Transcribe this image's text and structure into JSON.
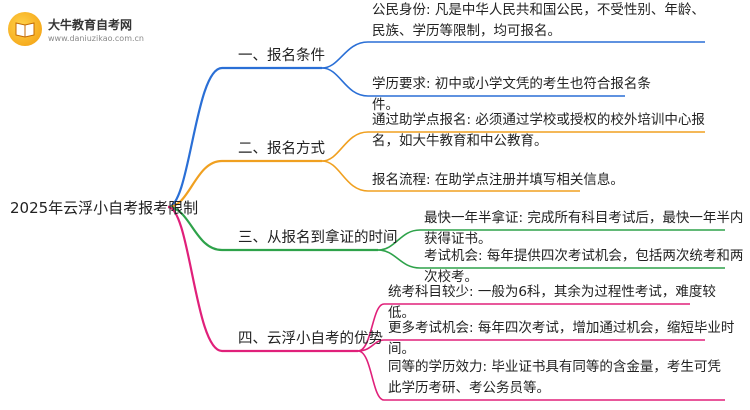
{
  "logo": {
    "title": "大牛教育自考网",
    "url_text": "www.daniuzikao.com.cn"
  },
  "root": {
    "label": "2025年云浮小自考报考限制"
  },
  "colors": {
    "branch1": "#2a6fd6",
    "branch2": "#f0a020",
    "branch3": "#2ea24a",
    "branch4": "#e0207a"
  },
  "branches": [
    {
      "label": "一、报名条件",
      "leaves": [
        {
          "text": "公民身份: 凡是中华人民共和国公民，不受性别、年龄、民族、学历等限制，均可报名。"
        },
        {
          "text": "学历要求: 初中或小学文凭的考生也符合报名条件。"
        }
      ]
    },
    {
      "label": "二、报名方式",
      "leaves": [
        {
          "text": "通过助学点报名: 必须通过学校或授权的校外培训中心报名，如大牛教育和中公教育。"
        },
        {
          "text": "报名流程: 在助学点注册并填写相关信息。"
        }
      ]
    },
    {
      "label": "三、从报名到拿证的时间",
      "leaves": [
        {
          "text": "最快一年半拿证: 完成所有科目考试后，最快一年半内获得证书。"
        },
        {
          "text": "考试机会: 每年提供四次考试机会，包括两次统考和两次校考。"
        }
      ]
    },
    {
      "label": "四、云浮小自考的优势",
      "leaves": [
        {
          "text": "统考科目较少: 一般为6科，其余为过程性考试，难度较低。"
        },
        {
          "text": "更多考试机会: 每年四次考试，增加通过机会，缩短毕业时间。"
        },
        {
          "text": "同等的学历效力: 毕业证书具有同等的含金量，考生可凭此学历考研、考公务员等。"
        }
      ]
    }
  ]
}
